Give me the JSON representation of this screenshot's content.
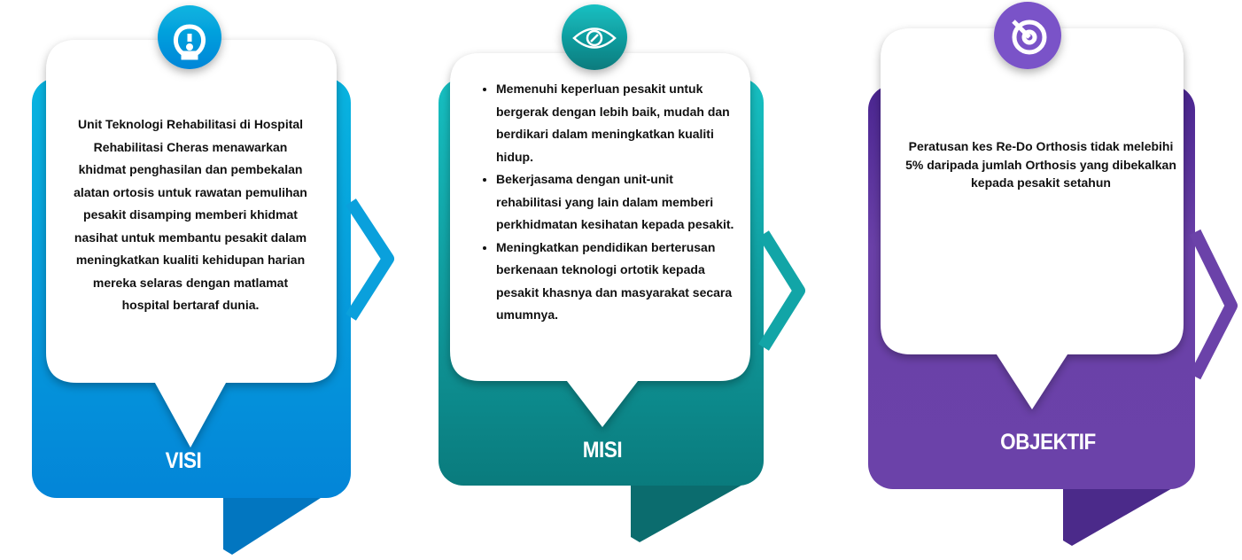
{
  "cards": [
    {
      "title": "VISI",
      "icon": "lightbulb-icon",
      "color": "#0794dc",
      "text": "Unit Teknologi Rehabilitasi di Hospital Rehabilitasi Cheras menawarkan khidmat penghasilan dan pembekalan alatan ortosis untuk rawatan pemulihan pesakit disamping memberi khidmat nasihat untuk membantu pesakit dalam meningkatkan kualiti kehidupan harian mereka selaras dengan matlamat hospital bertaraf dunia."
    },
    {
      "title": "MISI",
      "icon": "eye-icon",
      "color": "#0e8f91",
      "items": [
        "Memenuhi keperluan pesakit untuk bergerak dengan lebih baik, mudah dan berdikari dalam meningkatkan kualiti hidup.",
        "Bekerjasama dengan unit-unit rehabilitasi yang lain dalam memberi perkhidmatan kesihatan kepada pesakit.",
        "Meningkatkan pendidikan berterusan berkenaan teknologi ortotik kepada pesakit khasnya dan masyarakat secara umumnya."
      ]
    },
    {
      "title": "OBJEKTIF",
      "icon": "target-icon",
      "color": "#6a40a8",
      "text": "Peratusan kes Re-Do Orthosis tidak melebihi 5% daripada jumlah Orthosis yang  dibekalkan kepada pesakit setahun"
    }
  ]
}
